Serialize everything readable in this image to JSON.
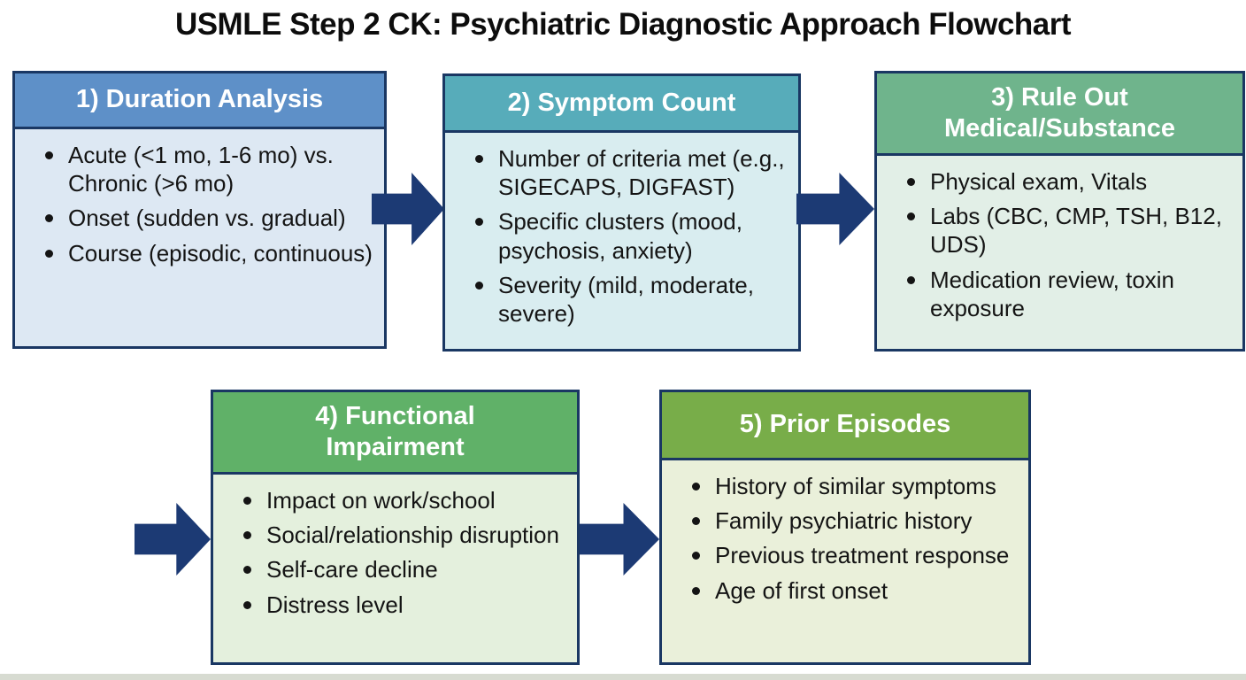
{
  "title": "USMLE Step 2 CK: Psychiatric Diagnostic Approach Flowchart",
  "colors": {
    "border": "#1a3763",
    "arrow": "#1c3a74",
    "title_text": "#0d0d0d",
    "header_text": "#ffffff",
    "body_text": "#141414",
    "box1_header": "#5e90c8",
    "box1_body": "#dde8f3",
    "box2_header": "#57acba",
    "box2_body": "#d9edf0",
    "box3_header": "#6fb48c",
    "box3_body": "#e2efe7",
    "box4_header": "#60b168",
    "box4_body": "#e4f0dd",
    "box5_header": "#78ad49",
    "box5_body": "#eaf0da"
  },
  "boxes": [
    {
      "header": "1) Duration Analysis",
      "bullets": [
        "Acute (<1 mo, 1-6 mo) vs. Chronic (>6 mo)",
        "Onset (sudden vs. gradual)",
        "Course (episodic, continuous)"
      ]
    },
    {
      "header": "2) Symptom Count",
      "bullets": [
        "Number of criteria met (e.g., SIGECAPS, DIGFAST)",
        "Specific clusters (mood, psychosis, anxiety)",
        "Severity (mild, moderate, severe)"
      ]
    },
    {
      "header": "3) Rule Out\nMedical/Substance",
      "bullets": [
        "Physical exam, Vitals",
        "Labs (CBC, CMP, TSH, B12, UDS)",
        "Medication review, toxin exposure"
      ]
    },
    {
      "header": "4) Functional\nImpairment",
      "bullets": [
        "Impact on work/school",
        "Social/relationship disruption",
        "Self-care decline",
        "Distress level"
      ]
    },
    {
      "header": "5) Prior Episodes",
      "bullets": [
        "History of similar symptoms",
        "Family psychiatric history",
        "Previous treatment response",
        "Age of first onset"
      ]
    }
  ]
}
